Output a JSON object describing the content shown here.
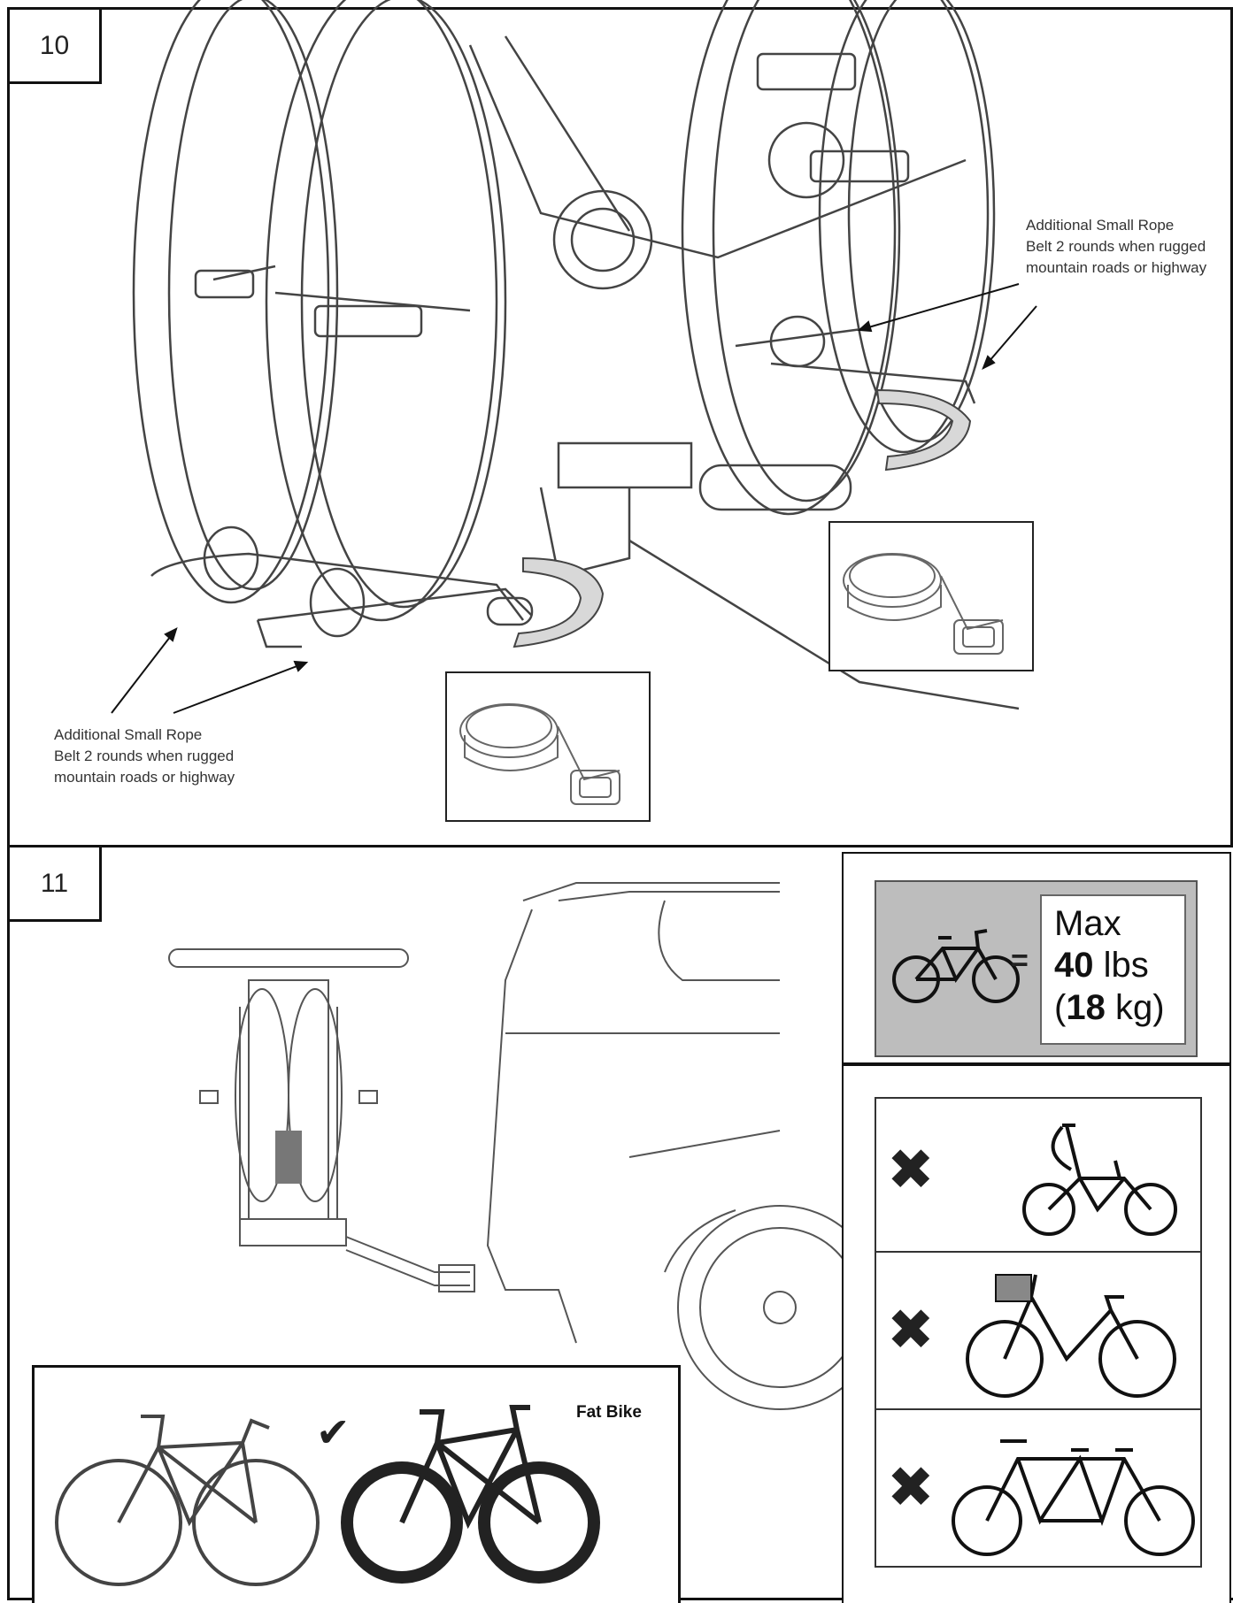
{
  "step10": {
    "number": "10",
    "note_right": {
      "line1": "Additional Small Rope",
      "line2": "Belt 2 rounds when rugged",
      "line3": "mountain roads or highway"
    },
    "note_left": {
      "line1": "Additional Small Rope",
      "line2": "Belt 2 rounds when rugged",
      "line3": "mountain roads or highway"
    }
  },
  "step11": {
    "number": "11",
    "max_weight": {
      "equals": "=",
      "line1": "Max",
      "value_lbs": "40",
      "unit_lbs": "lbs",
      "open_paren": "(",
      "value_kg": "18",
      "unit_kg": "kg)"
    },
    "prohibited": [
      {
        "mark": "✖",
        "bike": "folding-bike-icon"
      },
      {
        "mark": "✖",
        "bike": "city-bike-with-basket-icon"
      },
      {
        "mark": "✖",
        "bike": "tandem-bike-icon"
      }
    ],
    "allowed": {
      "check": "✔",
      "fat_bike_label": "Fat Bike"
    }
  },
  "colors": {
    "border": "#111111",
    "panel_gray": "#bdbdbd",
    "line_art": "#444444"
  }
}
